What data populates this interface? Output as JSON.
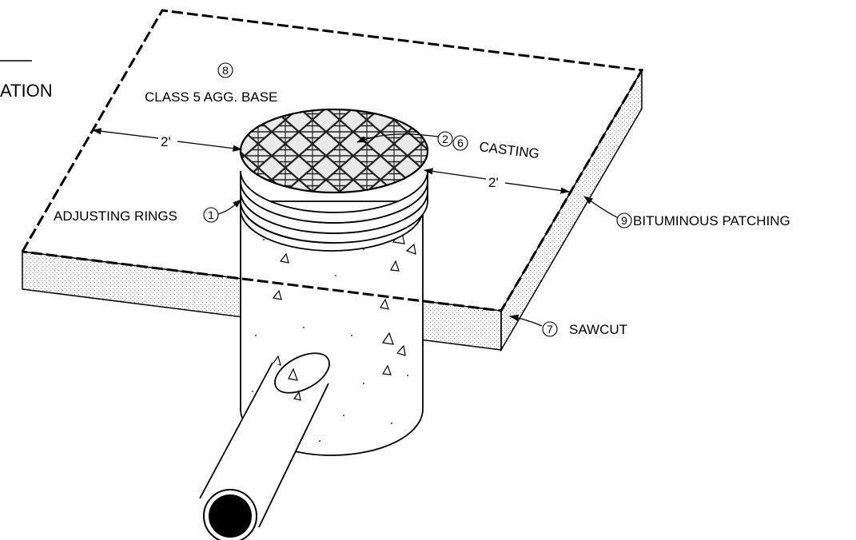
{
  "labels": {
    "partial_title": "ATION",
    "class5": "CLASS 5 AGG. BASE",
    "casting": "CASTING",
    "adjusting_rings": "ADJUSTING RINGS",
    "bituminous": "BITUMINOUS PATCHING",
    "sawcut": "SAWCUT",
    "dim_left": "2'",
    "dim_right": "2'"
  },
  "callouts": {
    "c1": "1",
    "c2": "2",
    "c6": "6",
    "c7": "7",
    "c8": "8",
    "c9": "9"
  }
}
